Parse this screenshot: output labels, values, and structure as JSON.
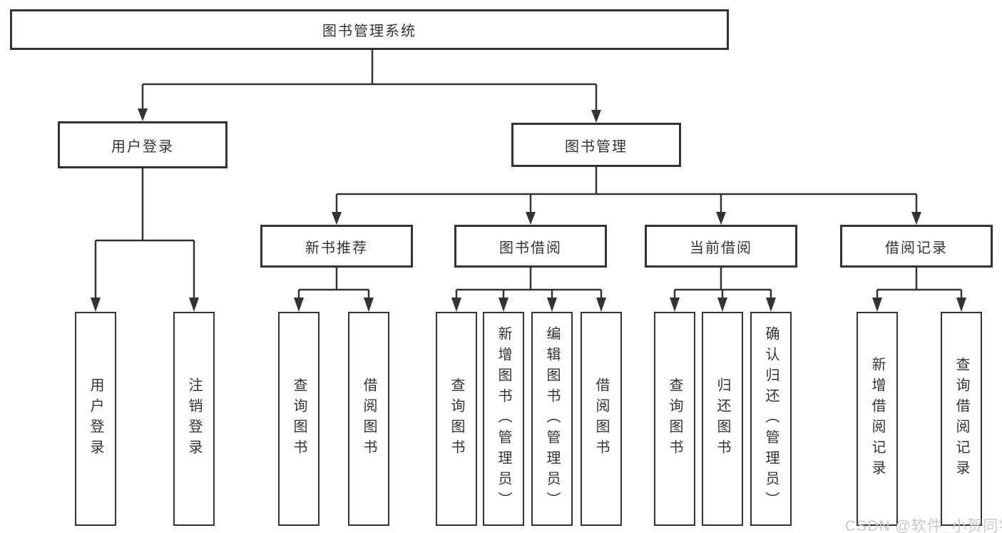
{
  "root": {
    "label": "图书管理系统"
  },
  "level1": [
    {
      "label": "用户登录"
    },
    {
      "label": "图书管理"
    }
  ],
  "level2": [
    {
      "label": "新书推荐"
    },
    {
      "label": "图书借阅"
    },
    {
      "label": "当前借阅"
    },
    {
      "label": "借阅记录"
    }
  ],
  "leaves": {
    "login": [
      "用户登录",
      "注销登录"
    ],
    "newbook": [
      "查询图书",
      "借阅图书"
    ],
    "borrow": [
      "查询图书",
      "新增图书（管理员）",
      "编辑图书（管理员）",
      "借阅图书"
    ],
    "current": [
      "查询图书",
      "归还图书",
      "确认归还（管理员）"
    ],
    "record": [
      "新增借阅记录",
      "查询借阅记录"
    ]
  },
  "watermark": "CSDN @软件_小贺同学",
  "colors": {
    "line": "#333333",
    "text": "#333333",
    "watermark": "#c9c9c9",
    "background": "#ffffff"
  }
}
